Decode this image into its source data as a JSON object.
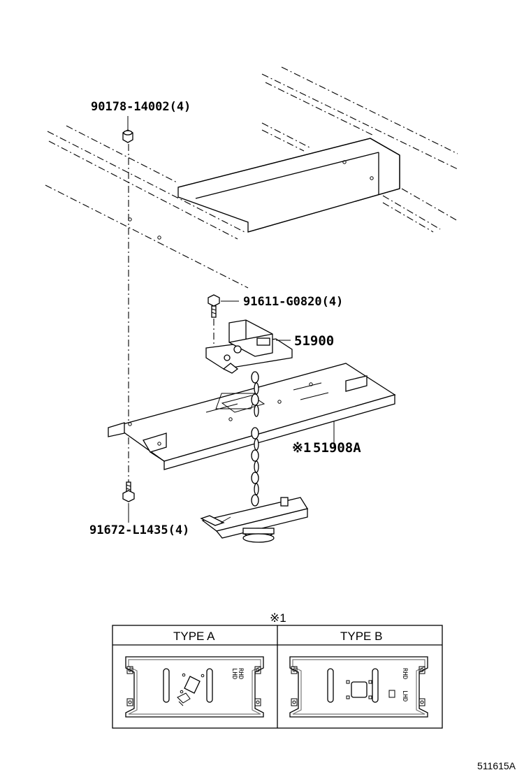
{
  "callouts": {
    "nut_top": "90178-14002(4)",
    "bolt_mid": "91611-G0820(4)",
    "winch": "51900",
    "carrier": "51908A",
    "carrier_mark": "※1",
    "bolt_bottom": "91672-L1435(4)"
  },
  "table": {
    "mark": "※1",
    "type_a": "TYPE A",
    "type_b": "TYPE B",
    "lhd": "LHD",
    "rhd": "RHD"
  },
  "figure_id": "511615A"
}
